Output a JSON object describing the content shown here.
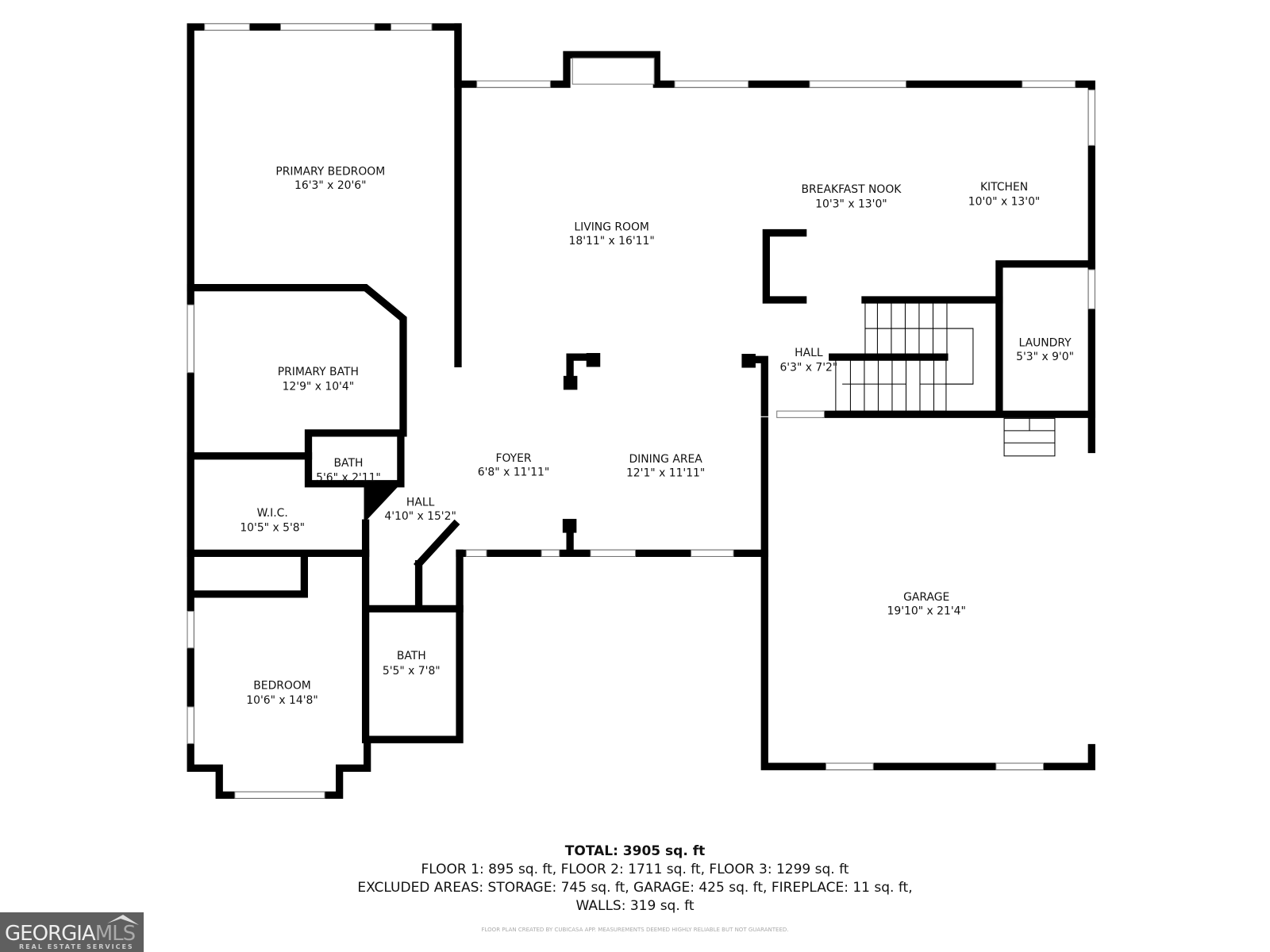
{
  "rooms": {
    "primary_bedroom": {
      "name": "PRIMARY BEDROOM",
      "dims": "16'3\" x 20'6\""
    },
    "primary_bath": {
      "name": "PRIMARY BATH",
      "dims": "12'9\" x 10'4\""
    },
    "bath_small": {
      "name": "BATH",
      "dims": "5'6\" x 2'11\""
    },
    "wic": {
      "name": "W.I.C.",
      "dims": "10'5\" x 5'8\""
    },
    "hall_left": {
      "name": "HALL",
      "dims": "4'10\" x 15'2\""
    },
    "bedroom": {
      "name": "BEDROOM",
      "dims": "10'6\" x 14'8\""
    },
    "bath_hall": {
      "name": "BATH",
      "dims": "5'5\" x 7'8\""
    },
    "living_room": {
      "name": "LIVING ROOM",
      "dims": "18'11\" x 16'11\""
    },
    "foyer": {
      "name": "FOYER",
      "dims": "6'8\" x 11'11\""
    },
    "dining_area": {
      "name": "DINING AREA",
      "dims": "12'1\" x 11'11\""
    },
    "breakfast_nook": {
      "name": "BREAKFAST NOOK",
      "dims": "10'3\" x 13'0\""
    },
    "kitchen": {
      "name": "KITCHEN",
      "dims": "10'0\" x 13'0\""
    },
    "hall_right": {
      "name": "HALL",
      "dims": "6'3\" x 7'2\""
    },
    "laundry": {
      "name": "LAUNDRY",
      "dims": "5'3\" x 9'0\""
    },
    "garage": {
      "name": "GARAGE",
      "dims": "19'10\" x 21'4\""
    }
  },
  "summary": {
    "total": "TOTAL: 3905 sq. ft",
    "floors": "FLOOR 1: 895 sq. ft, FLOOR 2: 1711 sq. ft, FLOOR 3: 1299 sq. ft",
    "excluded": "EXCLUDED AREAS: STORAGE: 745 sq. ft, GARAGE: 425 sq. ft, FIREPLACE: 11 sq. ft,",
    "walls": "WALLS: 319 sq. ft",
    "disclaimer": "FLOOR PLAN CREATED BY CUBICASA APP. MEASUREMENTS DEEMED HIGHLY RELIABLE BUT NOT GUARANTEED."
  },
  "logo": {
    "main": "GEORGIA",
    "accent": "MLS",
    "sub": "REAL ESTATE SERVICES"
  }
}
